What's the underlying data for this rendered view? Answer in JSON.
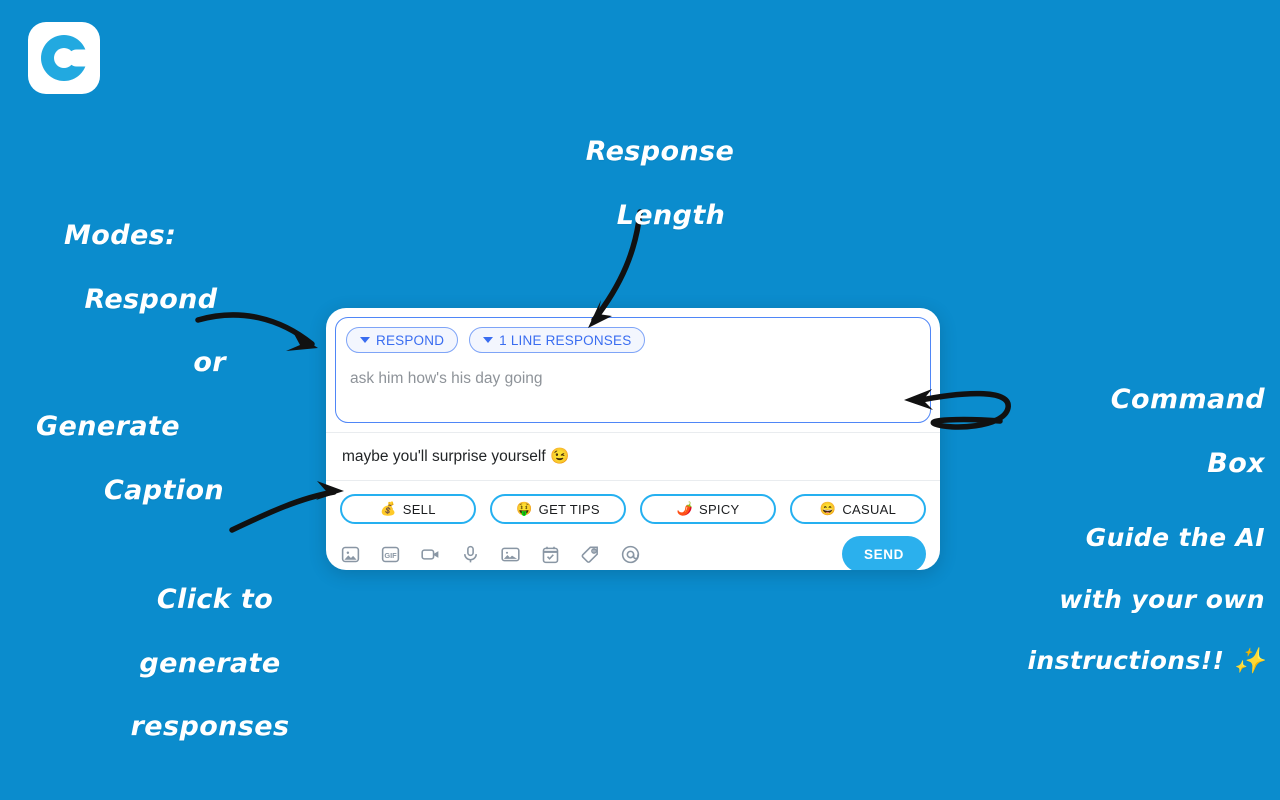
{
  "theme": {
    "background": "#0b8ccd",
    "card_background": "#ffffff",
    "accent_blue": "#2bb0ed",
    "mode_chip_blue": "#3a6df0",
    "action_border": "#25b0f0",
    "note_text": "#ffffff",
    "sparkle": "#ffe066"
  },
  "logo": {
    "name": "app-logo",
    "letter": "C"
  },
  "card": {
    "command_box": {
      "mode_chips": [
        {
          "label": "RESPOND",
          "icon": "chevron-down-icon"
        },
        {
          "label": "1 LINE RESPONSES",
          "icon": "chevron-down-icon"
        }
      ],
      "input_placeholder": "ask him how's his day going",
      "input_value": ""
    },
    "suggestion": {
      "text": "maybe you'll surprise yourself 😉"
    },
    "action_chips": [
      {
        "emoji": "💰",
        "label": "SELL"
      },
      {
        "emoji": "🤑",
        "label": "GET TIPS"
      },
      {
        "emoji": "🌶️",
        "label": "SPICY"
      },
      {
        "emoji": "😄",
        "label": "CASUAL"
      }
    ],
    "toolbar": {
      "icons": [
        "image-icon",
        "gif-icon",
        "video-camera-icon",
        "microphone-icon",
        "sticker-icon",
        "calendar-check-icon",
        "price-tag-icon",
        "mention-at-icon"
      ],
      "send_label": "SEND"
    }
  },
  "annotations": {
    "modes": {
      "line1": "Modes:",
      "line2": "Respond",
      "line3": "or",
      "line4": "Generate",
      "line5": "Caption"
    },
    "response_length": {
      "line1": "Response",
      "line2": "Length"
    },
    "command": {
      "line1": "Command",
      "line2": "Box",
      "line3": "Guide the AI",
      "line4": "with your own",
      "line5": "instructions!! ✨"
    },
    "click": {
      "line1": "Click to",
      "line2": "generate",
      "line3": "responses"
    }
  }
}
